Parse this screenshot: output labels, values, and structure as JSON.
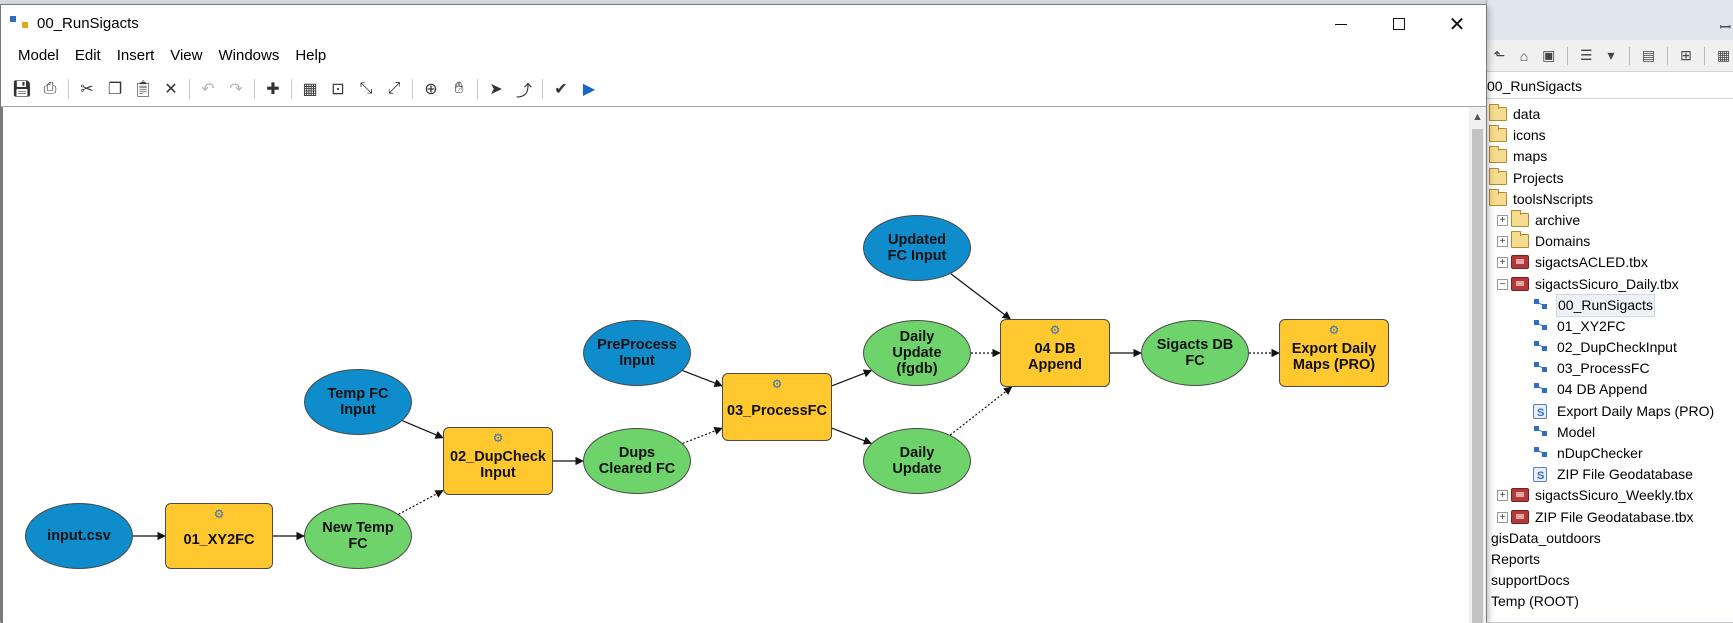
{
  "window": {
    "title": "00_RunSigacts",
    "minimize_glyph": "",
    "close_glyph": "✕"
  },
  "menu": [
    "Model",
    "Edit",
    "Insert",
    "View",
    "Windows",
    "Help"
  ],
  "toolbar": {
    "icons": [
      "save-icon",
      "print-icon",
      "cut-icon",
      "copy-icon",
      "paste-icon",
      "delete-icon",
      "undo-icon",
      "redo-icon",
      "add-data-icon",
      "auto-layout-icon",
      "full-extent-icon",
      "zoom-in-fixed-icon",
      "zoom-out-fixed-icon",
      "zoom-in-icon",
      "pan-icon",
      "select-icon",
      "connect-icon",
      "validate-icon",
      "run-icon"
    ]
  },
  "diagram": {
    "nodes": [
      {
        "id": "input_csv",
        "label": "input.csv",
        "kind": "data-blue"
      },
      {
        "id": "xy2fc",
        "label": "01_XY2FC",
        "kind": "tool"
      },
      {
        "id": "new_temp",
        "label": "New Temp\nFC",
        "kind": "data-green"
      },
      {
        "id": "temp_fc_input",
        "label": "Temp FC\nInput",
        "kind": "data-blue"
      },
      {
        "id": "dupcheck",
        "label": "02_DupCheck\nInput",
        "kind": "tool"
      },
      {
        "id": "dups_cleared",
        "label": "Dups\nCleared FC",
        "kind": "data-green"
      },
      {
        "id": "preprocess",
        "label": "PreProcess\nInput",
        "kind": "data-blue"
      },
      {
        "id": "processfc",
        "label": "03_ProcessFC",
        "kind": "tool"
      },
      {
        "id": "daily_fgdb",
        "label": "Daily\nUpdate\n(fgdb)",
        "kind": "data-green"
      },
      {
        "id": "daily_update",
        "label": "Daily\nUpdate",
        "kind": "data-green"
      },
      {
        "id": "updated_fc",
        "label": "Updated\nFC Input",
        "kind": "data-blue"
      },
      {
        "id": "db_append",
        "label": "04 DB\nAppend",
        "kind": "tool"
      },
      {
        "id": "sigacts_db",
        "label": "Sigacts DB\nFC",
        "kind": "data-green"
      },
      {
        "id": "export_maps",
        "label": "Export Daily\nMaps (PRO)",
        "kind": "tool"
      }
    ],
    "edges": [
      {
        "from": "input_csv",
        "to": "xy2fc",
        "style": "solid"
      },
      {
        "from": "xy2fc",
        "to": "new_temp",
        "style": "solid"
      },
      {
        "from": "new_temp",
        "to": "dupcheck",
        "style": "dotted"
      },
      {
        "from": "temp_fc_input",
        "to": "dupcheck",
        "style": "solid"
      },
      {
        "from": "dupcheck",
        "to": "dups_cleared",
        "style": "solid"
      },
      {
        "from": "dups_cleared",
        "to": "processfc",
        "style": "dotted"
      },
      {
        "from": "preprocess",
        "to": "processfc",
        "style": "solid"
      },
      {
        "from": "processfc",
        "to": "daily_fgdb",
        "style": "solid"
      },
      {
        "from": "processfc",
        "to": "daily_update",
        "style": "solid"
      },
      {
        "from": "daily_fgdb",
        "to": "db_append",
        "style": "dotted"
      },
      {
        "from": "daily_update",
        "to": "db_append",
        "style": "dotted"
      },
      {
        "from": "updated_fc",
        "to": "db_append",
        "style": "solid"
      },
      {
        "from": "db_append",
        "to": "sigacts_db",
        "style": "solid"
      },
      {
        "from": "sigacts_db",
        "to": "export_maps",
        "style": "dotted"
      }
    ]
  },
  "catalog": {
    "location": "00_RunSigacts",
    "toolbar_icons": [
      "home-icon",
      "connect-folder-icon",
      "view-icon",
      "new-folder-icon",
      "tree-icon",
      "options-icon"
    ],
    "items": [
      {
        "label": "data",
        "type": "folder",
        "level": 0
      },
      {
        "label": "icons",
        "type": "folder",
        "level": 0
      },
      {
        "label": "maps",
        "type": "folder",
        "level": 0
      },
      {
        "label": "Projects",
        "type": "folder",
        "level": 0
      },
      {
        "label": "toolsNscripts",
        "type": "folder",
        "level": 0
      },
      {
        "label": "archive",
        "type": "folder",
        "level": 1,
        "expander": "+"
      },
      {
        "label": "Domains",
        "type": "folder",
        "level": 1,
        "expander": "+"
      },
      {
        "label": "sigactsACLED.tbx",
        "type": "toolbox",
        "level": 1,
        "expander": "+"
      },
      {
        "label": "sigactsSicuro_Daily.tbx",
        "type": "toolbox",
        "level": 1,
        "expander": "−"
      },
      {
        "label": "00_RunSigacts",
        "type": "model",
        "level": 2,
        "selected": true
      },
      {
        "label": "01_XY2FC",
        "type": "model",
        "level": 2
      },
      {
        "label": "02_DupCheckInput",
        "type": "model",
        "level": 2
      },
      {
        "label": "03_ProcessFC",
        "type": "model",
        "level": 2
      },
      {
        "label": "04 DB Append",
        "type": "model",
        "level": 2
      },
      {
        "label": "Export Daily Maps (PRO)",
        "type": "script",
        "level": 2
      },
      {
        "label": "Model",
        "type": "model",
        "level": 2
      },
      {
        "label": "nDupChecker",
        "type": "model",
        "level": 2
      },
      {
        "label": "ZIP File Geodatabase",
        "type": "script",
        "level": 2
      },
      {
        "label": "sigactsSicuro_Weekly.tbx",
        "type": "toolbox",
        "level": 1,
        "expander": "+"
      },
      {
        "label": "ZIP File Geodatabase.tbx",
        "type": "toolbox",
        "level": 1,
        "expander": "+"
      },
      {
        "label": "gisData_outdoors",
        "type": "plain",
        "level": 0
      },
      {
        "label": "Reports",
        "type": "plain",
        "level": 0
      },
      {
        "label": "supportDocs",
        "type": "plain",
        "level": 0
      },
      {
        "label": "Temp (ROOT)",
        "type": "plain",
        "level": 0
      }
    ]
  }
}
